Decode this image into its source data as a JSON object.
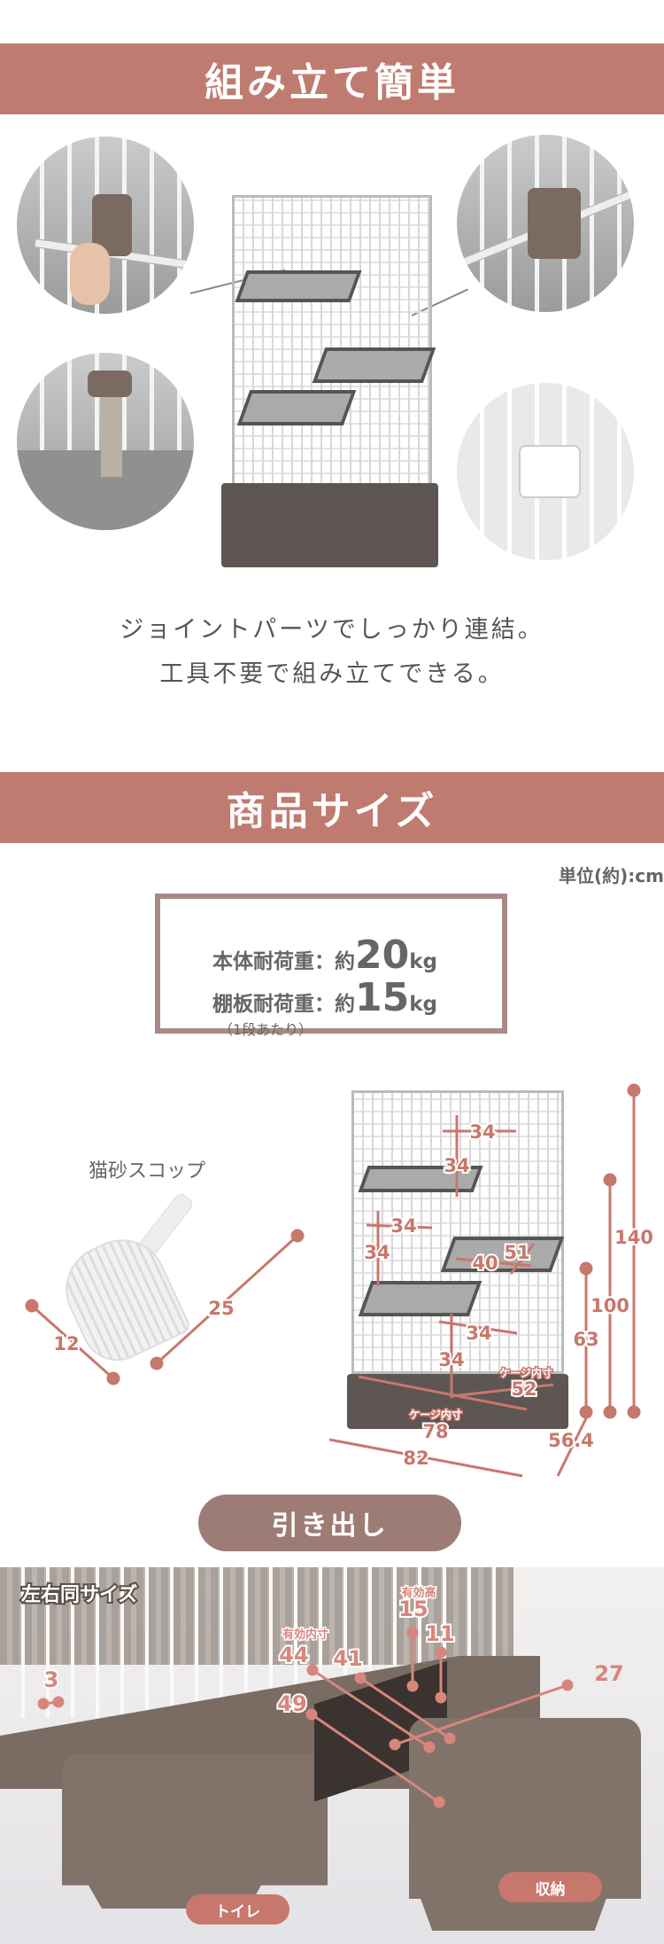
{
  "section1": {
    "title": "組み立て簡単",
    "caption_line1": "ジョイントパーツでしっかり連結。",
    "caption_line2": "工具不要で組み立てできる。"
  },
  "section2": {
    "title": "商品サイズ",
    "unit": "単位(約):cm",
    "load": {
      "body_label": "本体耐荷重：約",
      "body_value": "20",
      "body_unit": "kg",
      "shelf_label": "棚板耐荷重：約",
      "shelf_value": "15",
      "shelf_unit": "kg",
      "shelf_note": "（1段あたり）"
    },
    "scoop": {
      "label": "猫砂スコップ",
      "width": "12",
      "length": "25"
    },
    "cage_dims": {
      "upper_w": "34",
      "upper_h": "34",
      "mid_w": "34",
      "mid_h": "34",
      "shelf_d": "51",
      "shelf_w": "40",
      "lower_w": "34",
      "lower_h": "34",
      "inner_label": "ケージ内寸",
      "inner_depth": "52",
      "inner_width": "78",
      "width": "82",
      "depth": "56.4",
      "h63": "63",
      "h100": "100",
      "h140": "140"
    }
  },
  "section3": {
    "title": "引き出し",
    "same_size": "左右同サイズ",
    "eff_height_label": "有効高",
    "eff_height": "15",
    "h11": "11",
    "eff_inner_label": "有効内寸",
    "d44": "44",
    "d41": "41",
    "w27": "27",
    "w3": "3",
    "d49": "49",
    "toilet": "トイレ",
    "storage": "収納"
  },
  "colors": {
    "accent": "#c07b70",
    "dim_line": "#c8776c",
    "box_border": "#a88a86",
    "pill": "#9e7c76",
    "drawer": "#7a6c63"
  }
}
